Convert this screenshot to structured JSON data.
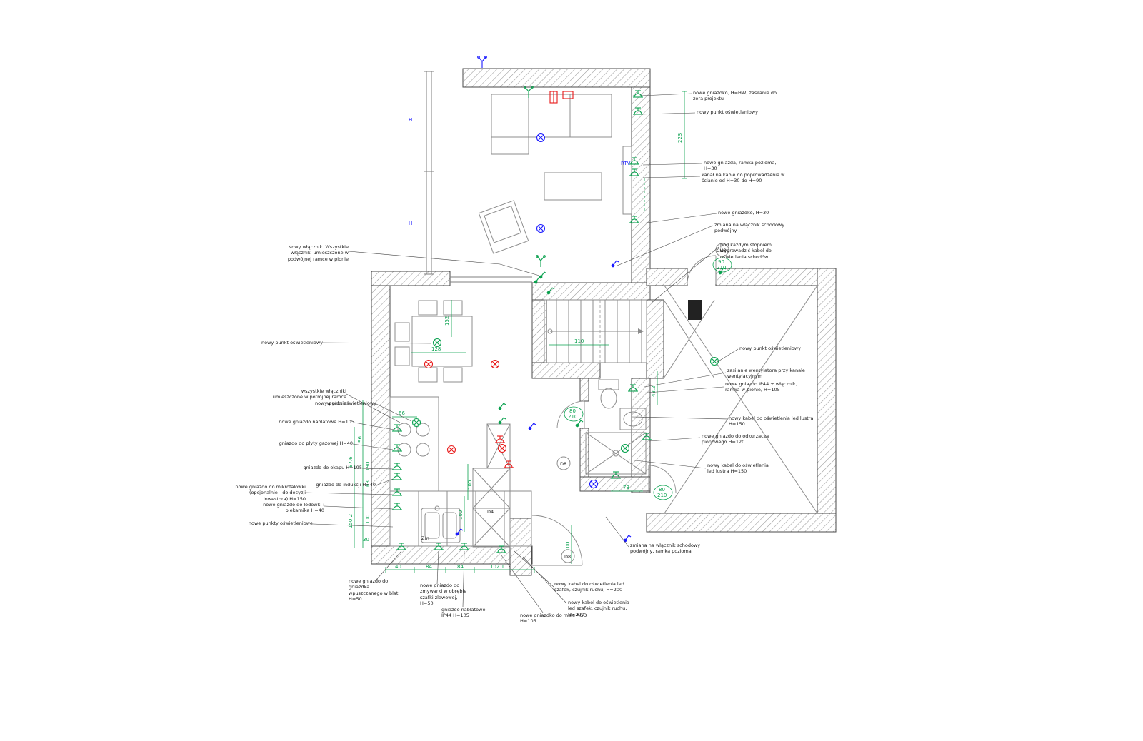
{
  "colors": {
    "accent_green": "#0aa14f",
    "accent_blue": "#1a1aff",
    "accent_red": "#e81919",
    "wall_stroke": "#4a4a4a",
    "hatch": "#9a9a9a"
  },
  "annotations": {
    "left": [
      {
        "text": "Nowy włącznik. Wszystkie włączniki umieszczone w podwójnej ramce w pionie"
      },
      {
        "text": "nowy punkt oświetleniowy"
      },
      {
        "text": "wszystkie włączniki umieszczone w potrójnej ramce w pionie"
      },
      {
        "text": "nowy punkt oświetleniowy"
      },
      {
        "text": "nowe gniazdo nablatowe H=105"
      },
      {
        "text": "gniazdo do płyty gazowej H=40"
      },
      {
        "text": "gniazdo do okapu H=195"
      },
      {
        "text": "gniazdo do indukcji H=40"
      },
      {
        "text": "nowe gniazdo do mikrofalówki (opcjonalnie - do decyzji inwestora) H=150"
      },
      {
        "text": "nowe gniazdo do lodówki i piekarnika H=40"
      },
      {
        "text": "nowe punkty oświetleniowe"
      }
    ],
    "right": [
      {
        "text": "nowe gniazdko, H=HW, zasilanie do zera projektu"
      },
      {
        "text": "nowy punkt oświetleniowy"
      },
      {
        "text": "nowe gniazda, ramka pozioma, H=30"
      },
      {
        "text": "kanał na kable do poprowadzenia w ścianie od H=30 do H=90"
      },
      {
        "text": "nowe gniazdko, H=30"
      },
      {
        "text": "zmiana na włącznik schodowy podwójny"
      },
      {
        "text": "pod każdym stopniem wyprowadzić kabel do oświetlenia schodów"
      },
      {
        "text": "nowy punkt oświetleniowy"
      },
      {
        "text": "zasilanie wentylatora przy kanale wentylacyjnym"
      },
      {
        "text": "nowe gniazdo IP44 + włącznik, ramka w pionie, H=105"
      },
      {
        "text": "nowy kabel do oświetlenia led lustra, H=150"
      },
      {
        "text": "nowe gniazdo do odkurzacza pionowego H=120"
      },
      {
        "text": "nowy kabel do oświetlenia led lustra H=150"
      },
      {
        "text": "zmiana na włącznik schodowy podwójny, ramka pozioma"
      }
    ],
    "bottom": [
      {
        "text": "nowe gniazdo do gniazdka wpuszczanego w blat, H=50"
      },
      {
        "text": "nowe gniazdo do zmywarki w obrębie szafki zlewowej, H=50"
      },
      {
        "text": "gniazdo nablatowe IP44 H=105"
      },
      {
        "text": "nowe gniazdko do małe AGD H=105"
      },
      {
        "text": "nowy kabel do oświetlenia led szafek, czujnik ruchu, H=200"
      },
      {
        "text": "nowy kabel do oświetlenia led szafek, czujnik ruchu, H=200"
      }
    ]
  },
  "dims": [
    "223",
    "152",
    "128",
    "110",
    "66",
    "96",
    "190",
    "87.6",
    "63",
    "100",
    "100",
    "150.2",
    "100",
    "30",
    "40",
    "84",
    "84",
    "102.1",
    "73",
    "43.2",
    "100"
  ],
  "door_sizes": [
    {
      "w": "80",
      "h": "210"
    },
    {
      "w": "80",
      "h": "210"
    },
    {
      "w": "90",
      "h": "210"
    }
  ],
  "door_tags": [
    "CH8",
    "D8",
    "D8"
  ],
  "labels": {
    "sink": "Zm",
    "rtv": "RTV",
    "cabinet": "D4",
    "radiator": "H"
  }
}
